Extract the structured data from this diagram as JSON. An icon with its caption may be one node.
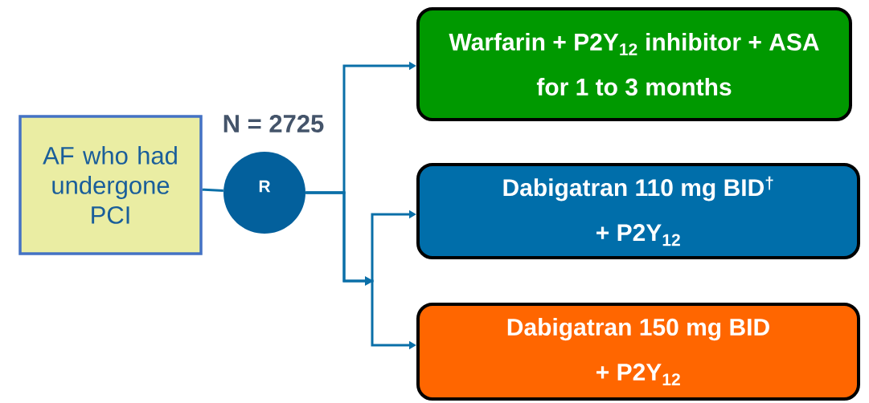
{
  "diagram": {
    "nodes": [
      {
        "text": [
          "AF who had undergone PCI"
        ]
      },
      {
        "text": [
          "R"
        ],
        "beside": [
          "N = 2725"
        ]
      },
      {
        "text": [
          "Warfarin + P2Y$_{12}$ inhibitor + ASA",
          "for 1 to 3 months"
        ]
      },
      {
        "text": [
          "Dabigatran 110 mg BID$^{†}$",
          "+ P2Y$_{12}$"
        ]
      },
      {
        "text": [
          "Dabigatran 150 mg BID",
          "+ P2Y$_{12}$"
        ]
      }
    ],
    "edges": [
      {
        "from": 0,
        "to": 1,
        "arrow": "none"
      },
      {
        "from": 1,
        "to": 2,
        "arrow": "to"
      },
      {
        "from": 1,
        "to": 3,
        "arrow": "to"
      },
      {
        "from": 1,
        "to": 4,
        "arrow": "to"
      }
    ]
  }
}
